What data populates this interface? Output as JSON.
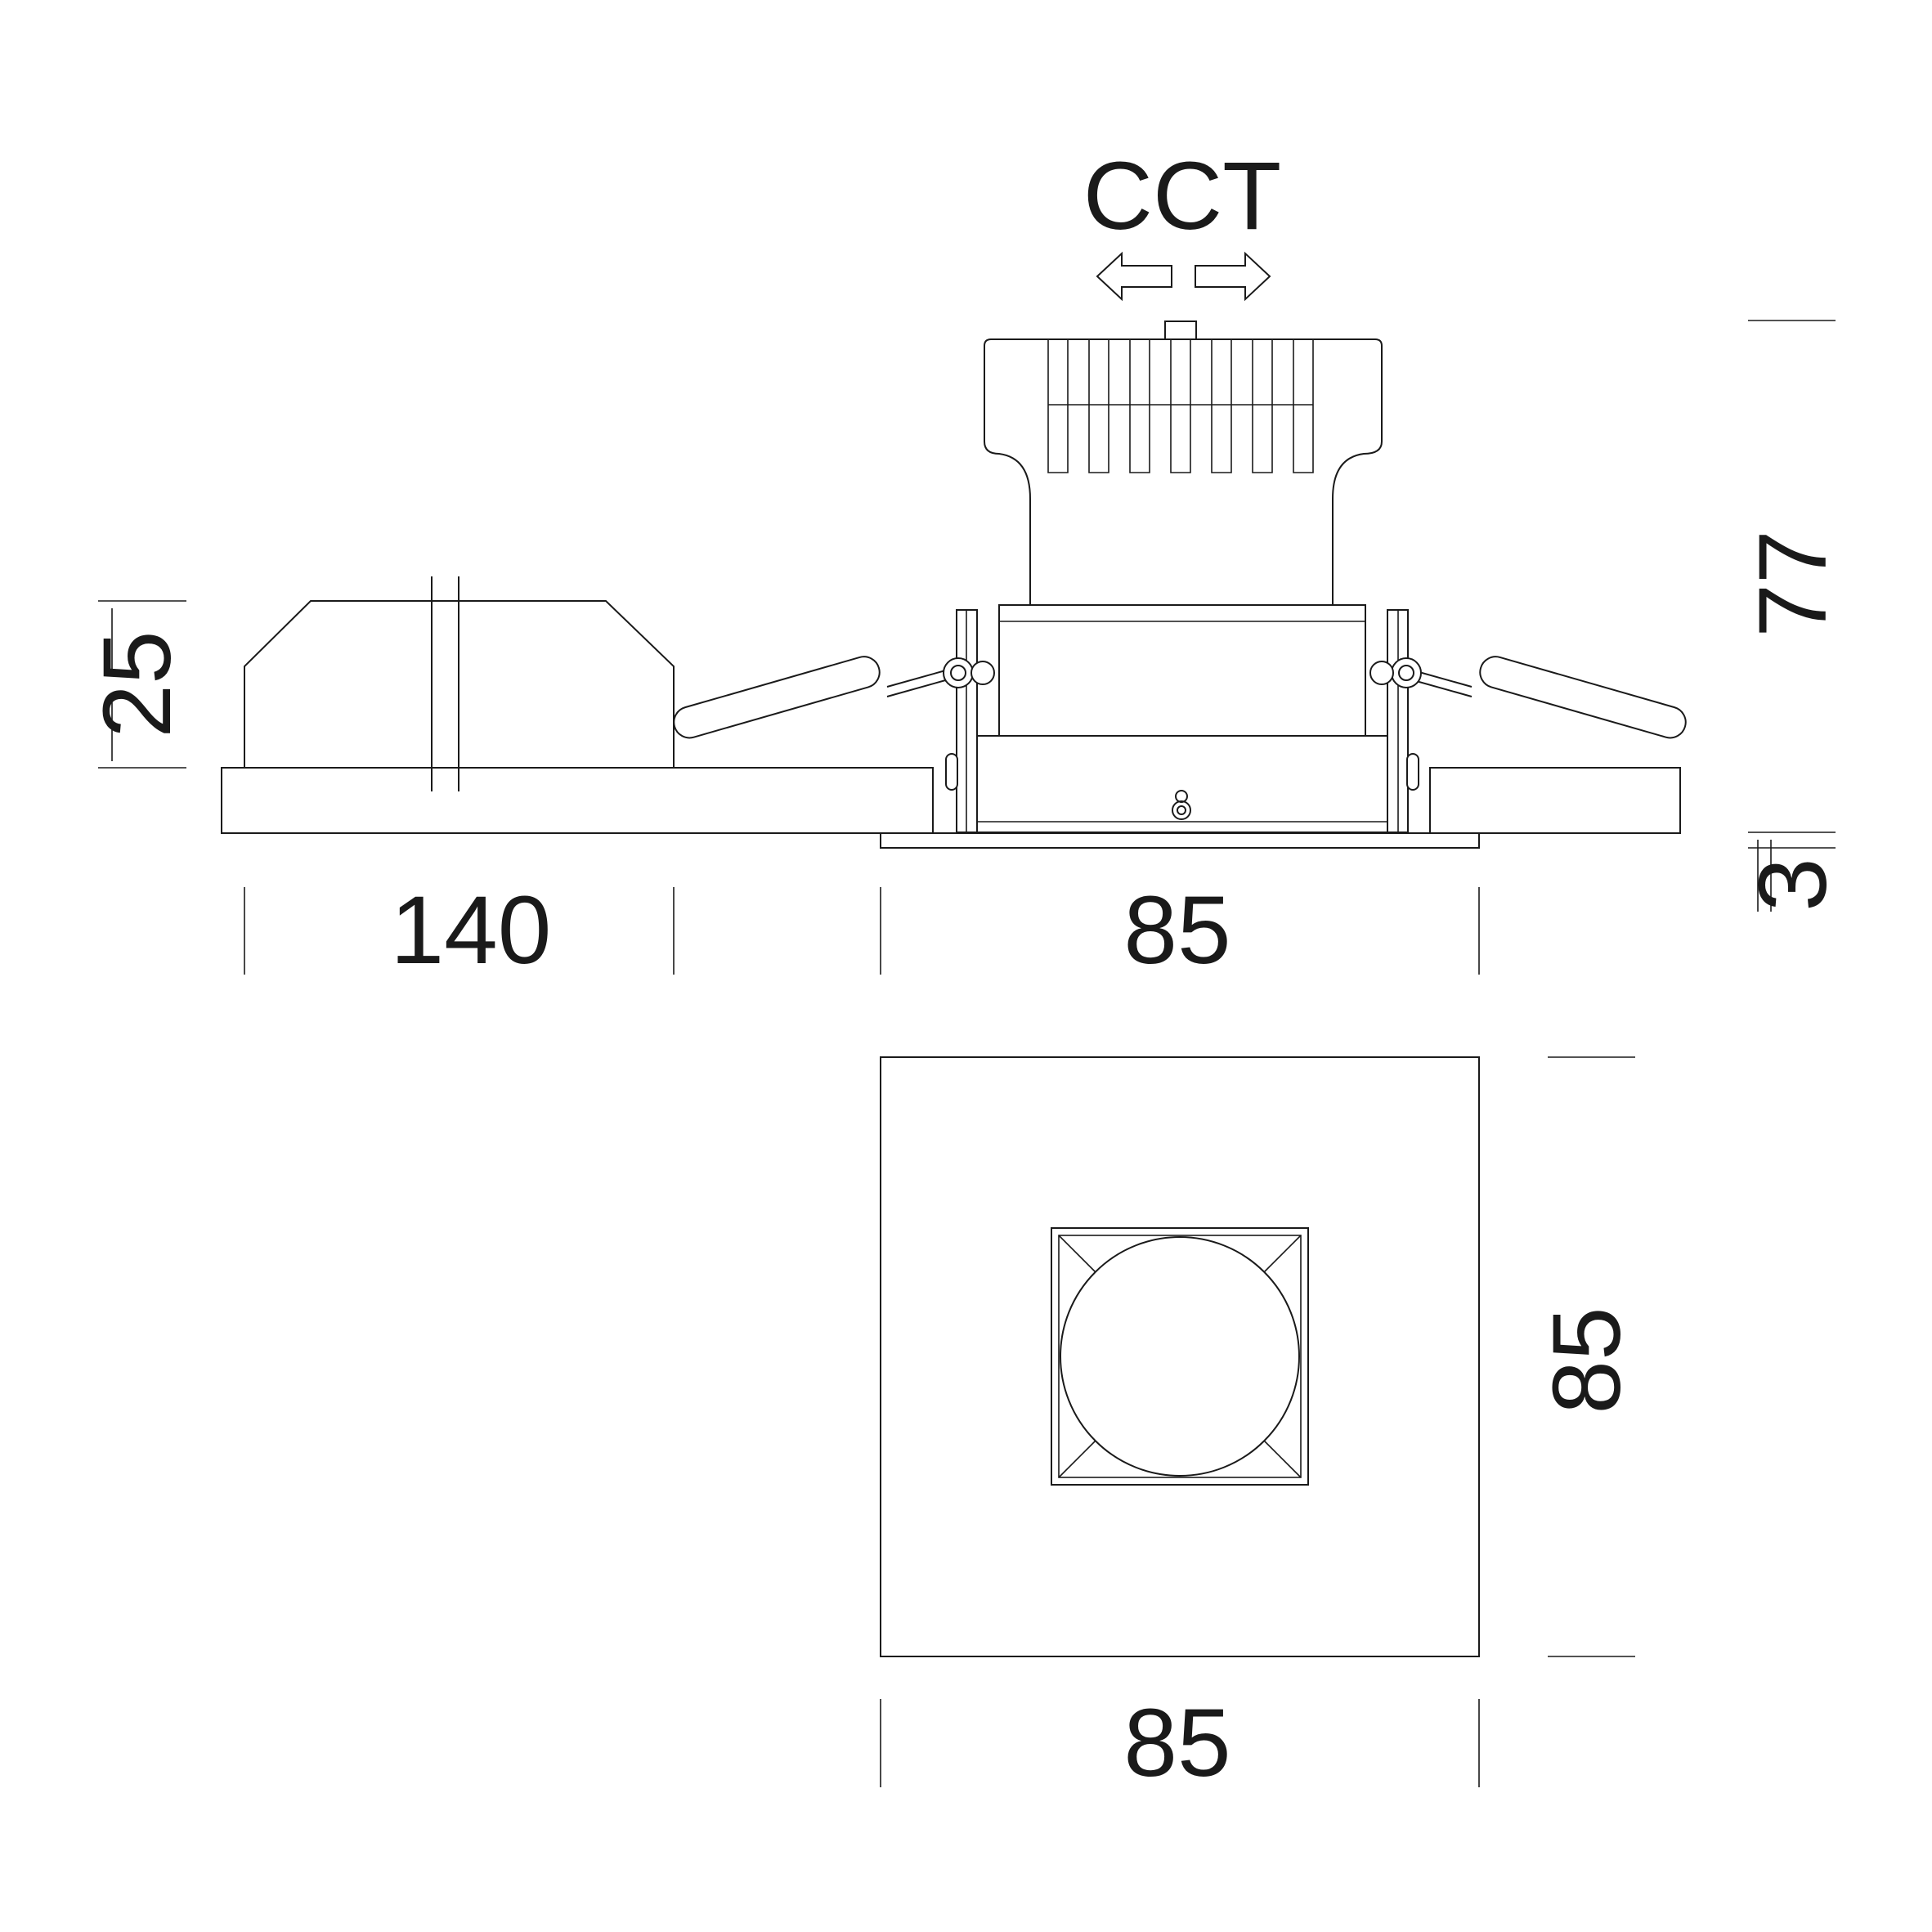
{
  "drawing": {
    "label_cct": "CCT",
    "dimensions": {
      "side_height": "25",
      "total_height": "77",
      "trim_thickness": "3",
      "driver_width": "140",
      "trim_width_side": "85",
      "trim_height_top": "85",
      "trim_width_top": "85"
    },
    "colors": {
      "line": "#1a1a1a",
      "background": "#ffffff"
    }
  }
}
